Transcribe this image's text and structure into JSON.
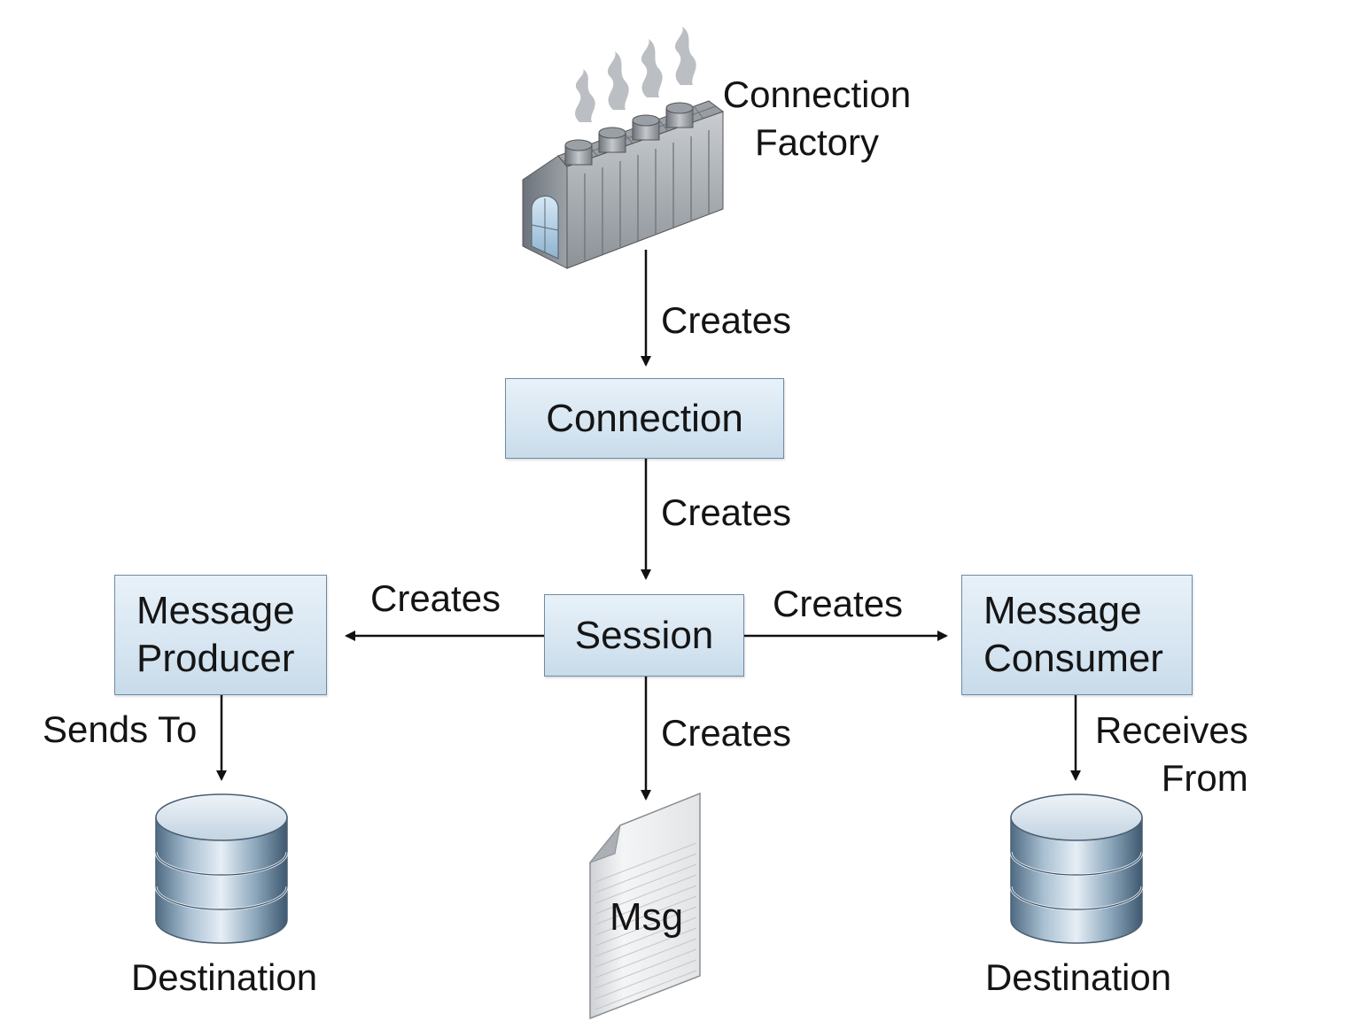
{
  "diagram": {
    "nodes": {
      "connection_factory": {
        "line1": "Connection",
        "line2": "Factory",
        "icon": "factory-icon"
      },
      "connection": {
        "label": "Connection"
      },
      "session": {
        "label": "Session"
      },
      "message_producer": {
        "line1": "Message",
        "line2": "Producer"
      },
      "message_consumer": {
        "line1": "Message",
        "line2": "Consumer"
      },
      "msg": {
        "label": "Msg",
        "icon": "document-icon"
      },
      "destination_left": {
        "label": "Destination",
        "icon": "database-icon"
      },
      "destination_right": {
        "label": "Destination",
        "icon": "database-icon"
      }
    },
    "edges": {
      "factory_to_connection": "Creates",
      "connection_to_session": "Creates",
      "session_to_producer": "Creates",
      "session_to_consumer": "Creates",
      "session_to_msg": "Creates",
      "producer_to_destination": "Sends To",
      "consumer_from_destination_line1": "Receives",
      "consumer_from_destination_line2": "From"
    },
    "colors": {
      "box_fill": "#d6e5f1",
      "box_border": "#6f8aa3",
      "arrow": "#111111"
    }
  }
}
